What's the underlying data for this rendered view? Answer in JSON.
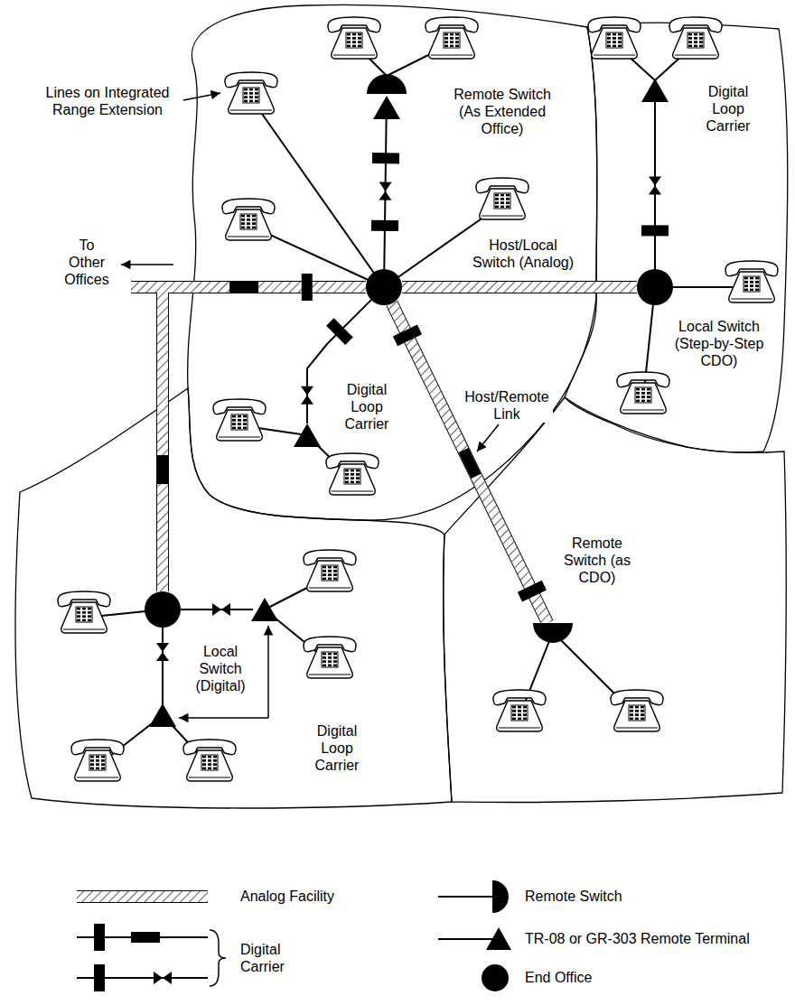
{
  "diagram": {
    "nodes": [
      {
        "text": [
          "Host/Local Switch (Analog)"
        ]
      },
      {
        "text": [
          "Remote Switch (As Extended Office)"
        ]
      },
      {
        "text": [
          "Local Switch (Step-by-Step CDO)"
        ]
      },
      {
        "text": [
          "Digital Loop Carrier"
        ]
      },
      {
        "text": [
          "Digital Loop Carrier"
        ]
      },
      {
        "text": [
          "Remote Switch (as CDO)"
        ]
      },
      {
        "text": [
          "Local Switch (Digital)"
        ]
      }
    ],
    "edges": [
      {
        "from": 0,
        "to": 1,
        "arrow": "none"
      },
      {
        "from": 0,
        "to": 2,
        "arrow": "none"
      },
      {
        "from": 0,
        "to": 4,
        "arrow": "none"
      },
      {
        "from": 0,
        "to": 5,
        "arrow": "none"
      },
      {
        "from": 0,
        "to": 6,
        "arrow": "none"
      },
      {
        "from": 2,
        "to": 3,
        "arrow": "none"
      }
    ],
    "labels": [
      "Lines on Integrated Range Extension",
      "To Other Offices",
      "Host/Remote Link",
      "Digital Loop Carrier"
    ],
    "legend": [
      {
        "text": "Analog Facility"
      },
      {
        "text": "Digital Carrier"
      },
      {
        "text": "Remote Switch"
      },
      {
        "text": "TR-08 or GR-303 Remote Terminal"
      },
      {
        "text": "End Office"
      }
    ]
  }
}
